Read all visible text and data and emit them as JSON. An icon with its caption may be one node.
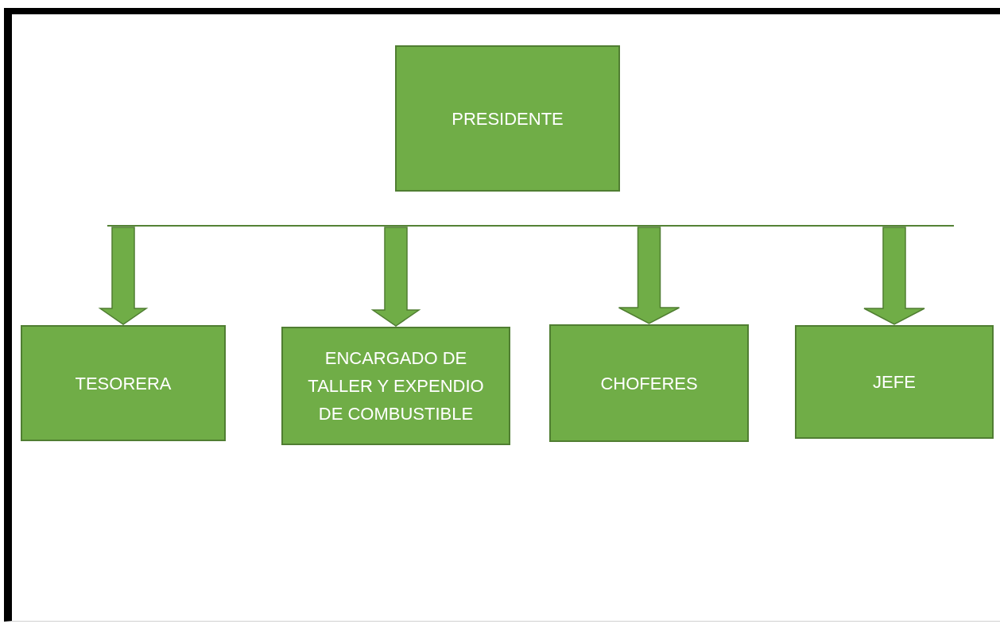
{
  "diagram": {
    "nodes": [
      {
        "text": [
          "PRESIDENTE"
        ]
      },
      {
        "text": [],
        "shape": "bar"
      },
      {
        "text": [
          "TESORERA"
        ]
      },
      {
        "text": [
          "ENCARGADO DE TALLER Y EXPENDIO DE COMBUSTIBLE"
        ]
      },
      {
        "text": [
          "CHOFERES"
        ]
      },
      {
        "text": [
          "JEFE"
        ]
      }
    ],
    "edges": [
      {
        "from": 1,
        "to": 2,
        "arrow": "to"
      },
      {
        "from": 1,
        "to": 3,
        "arrow": "to"
      },
      {
        "from": 1,
        "to": 4,
        "arrow": "to"
      },
      {
        "from": 1,
        "to": 5,
        "arrow": "to"
      }
    ]
  }
}
